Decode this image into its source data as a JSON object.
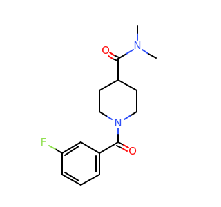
{
  "molecule": {
    "atom_labels": {
      "amide_oxygen": "O",
      "amide_nitrogen": "N",
      "ring_nitrogen": "N",
      "benzoyl_oxygen": "O",
      "fluorine": "F"
    },
    "colors": {
      "bond": "#000000",
      "oxygen": "#ff0d0d",
      "nitrogen": "#3050f8",
      "fluorine": "#90e050"
    }
  }
}
